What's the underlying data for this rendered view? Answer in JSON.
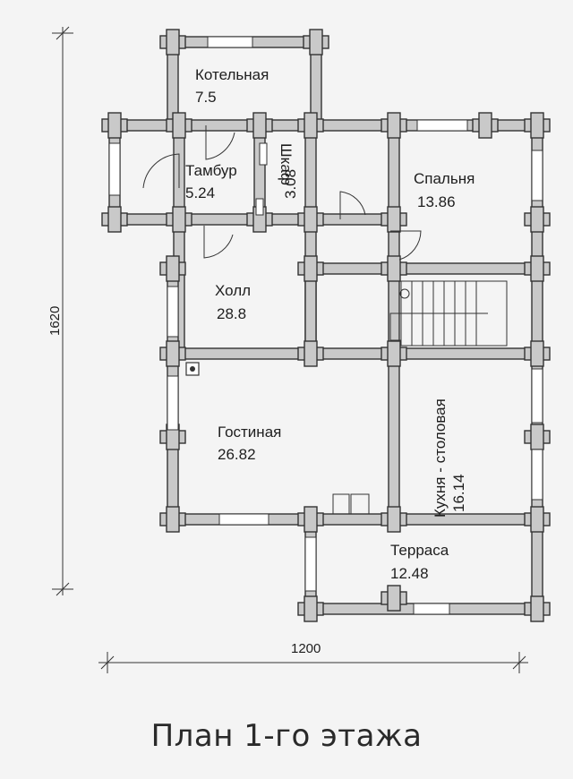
{
  "title": "План 1-го этажа",
  "dimensions": {
    "width": "1200",
    "height": "1620"
  },
  "rooms": [
    {
      "name": "Котельная",
      "area": "7.5"
    },
    {
      "name": "Тамбур",
      "area": "5.24"
    },
    {
      "name": "Шкаф",
      "area": "3.08"
    },
    {
      "name": "Спальня",
      "area": "13.86"
    },
    {
      "name": "Холл",
      "area": "28.8"
    },
    {
      "name": "Гостиная",
      "area": "26.82"
    },
    {
      "name": "Кухня - столовая",
      "area": "16.14"
    },
    {
      "name": "Терраса",
      "area": "12.48"
    }
  ],
  "colors": {
    "wall": "#c9c9c9",
    "line": "#333333",
    "background": "#f4f4f4"
  }
}
